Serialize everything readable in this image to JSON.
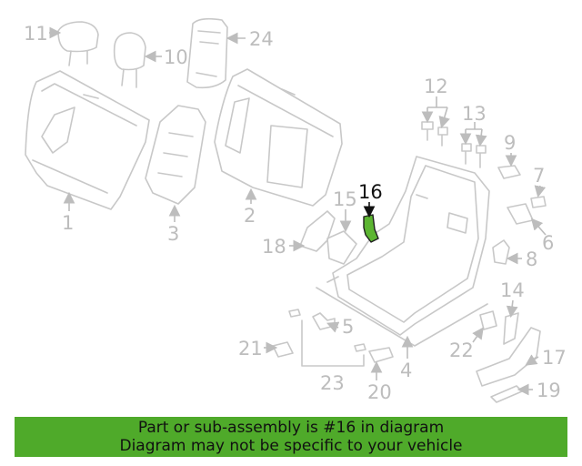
{
  "colors": {
    "highlight_fill": "#5cb531",
    "banner_bg": "#4faa2a",
    "part_stroke": "#c8c8c8",
    "label_muted": "#bdbdbd",
    "label_active": "#111111"
  },
  "diagram": {
    "highlighted_part": "16",
    "labels": {
      "p1": "1",
      "p2": "2",
      "p3": "3",
      "p4": "4",
      "p5": "5",
      "p6": "6",
      "p7": "7",
      "p8": "8",
      "p9": "9",
      "p10": "10",
      "p11": "11",
      "p12": "12",
      "p13": "13",
      "p14": "14",
      "p15": "15",
      "p16": "16",
      "p17": "17",
      "p18": "18",
      "p19": "19",
      "p20": "20",
      "p21": "21",
      "p22": "22",
      "p23": "23",
      "p24": "24"
    }
  },
  "banner": {
    "line1": "Part or sub-assembly is #16 in diagram",
    "line2": "Diagram may not be specific to your vehicle"
  }
}
